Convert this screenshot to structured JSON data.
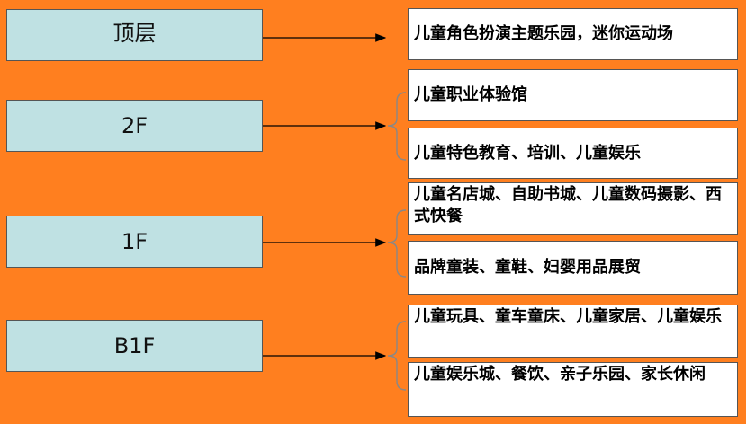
{
  "floors": [
    {
      "label": "顶层",
      "items": [
        "儿童角色扮演主题乐园，迷你运动场"
      ]
    },
    {
      "label": "2F",
      "items": [
        "儿童职业体验馆",
        "儿童特色教育、培训、儿童娱乐"
      ]
    },
    {
      "label": "1F",
      "items": [
        "儿童名店城、自助书城、儿童数码摄影、西式快餐",
        "品牌童装、童鞋、妇婴用品展贸"
      ]
    },
    {
      "label": "B1F",
      "items": [
        "儿童玩具、童车童床、儿童家居、儿童娱乐",
        "儿童娱乐城、餐饮、亲子乐园、家长休闲"
      ]
    }
  ],
  "colors": {
    "background": "#ff7f1f",
    "floor_box": "#bfe1e3",
    "desc_box": "#ffffff",
    "line": "#000000"
  }
}
